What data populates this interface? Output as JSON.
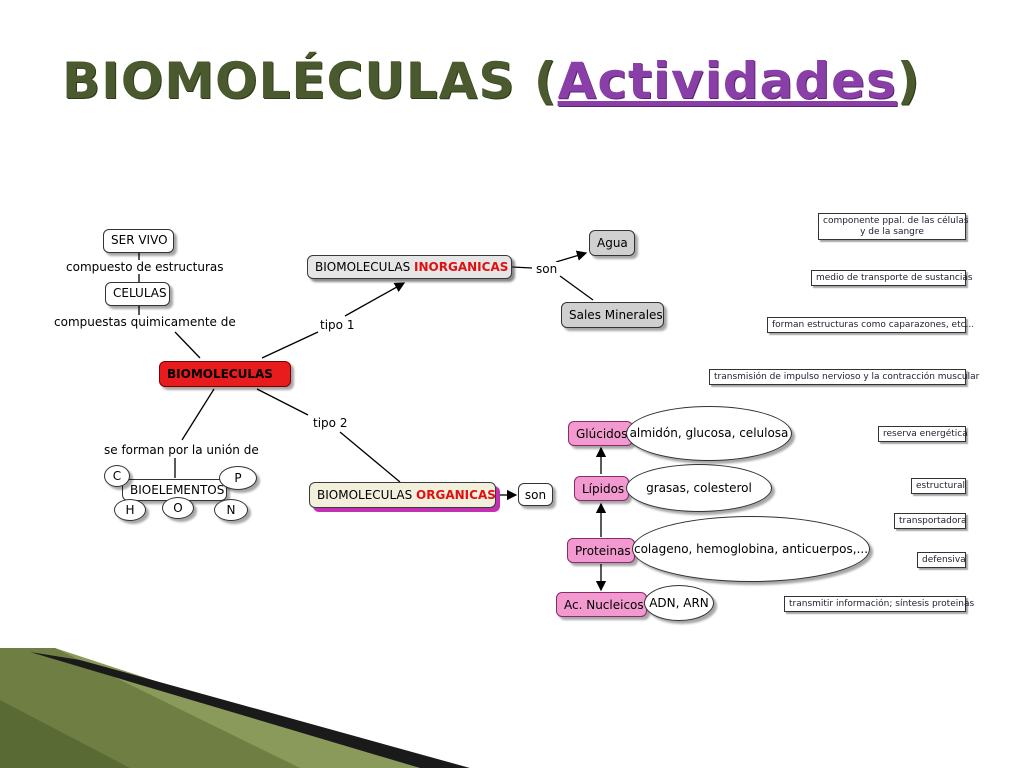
{
  "title": {
    "main": "BIOMOLÉCULAS (",
    "link": "Actividades",
    "close": ")"
  },
  "nodes": {
    "ser_vivo": "SER VIVO",
    "celulas": "CELULAS",
    "biomoleculas": "BIOMOLECULAS",
    "inorganicas_prefix": "BIOMOLECULAS ",
    "inorganicas_hl": "INORGANICAS",
    "organicas_prefix": "BIOMOLECULAS ",
    "organicas_hl": "ORGANICAS",
    "agua": "Agua",
    "sales_minerales": "Sales Minerales",
    "bioelementos": "BIOELEMENTOS",
    "son": "son",
    "glucidos": "Glúcidos",
    "lipidos": "Lípidos",
    "proteinas": "Proteinas",
    "ac_nucleicos": "Ac. Nucleicos",
    "glucidos_ex": "almidón, glucosa, celulosa",
    "lipidos_ex": "grasas, colesterol",
    "proteinas_ex": "colageno, hemoglobina, anticuerpos,...",
    "ac_nucleicos_ex": "ADN, ARN"
  },
  "elements": {
    "c": "C",
    "p": "P",
    "h": "H",
    "o": "O",
    "n": "N"
  },
  "labels": {
    "compuesto": "compuesto de estructuras",
    "compuestas": "compuestas quimicamente de",
    "tipo1": "tipo 1",
    "tipo2": "tipo 2",
    "son_inorg": "son",
    "se_forman": "se forman por la unión de"
  },
  "functions": {
    "f1_line1": "componente ppal. de las células",
    "f1_line2": "y de la sangre",
    "f2": "medio de transporte de sustancias",
    "f3": "forman estructuras como caparazones, etc...",
    "f4": "transmisión de impulso nervioso y la contracción muscular",
    "f5": "reserva energética",
    "f6": "estructural",
    "f7": "transportadora",
    "f8": "defensiva",
    "f9": "transmitir información; síntesis proteinas"
  },
  "colors": {
    "title": "#4a5a2e",
    "link": "#8a3fa8",
    "red_node": "#e81c1c",
    "pink_node": "#f29ad0",
    "organic_shadow": "#c22fb0"
  }
}
